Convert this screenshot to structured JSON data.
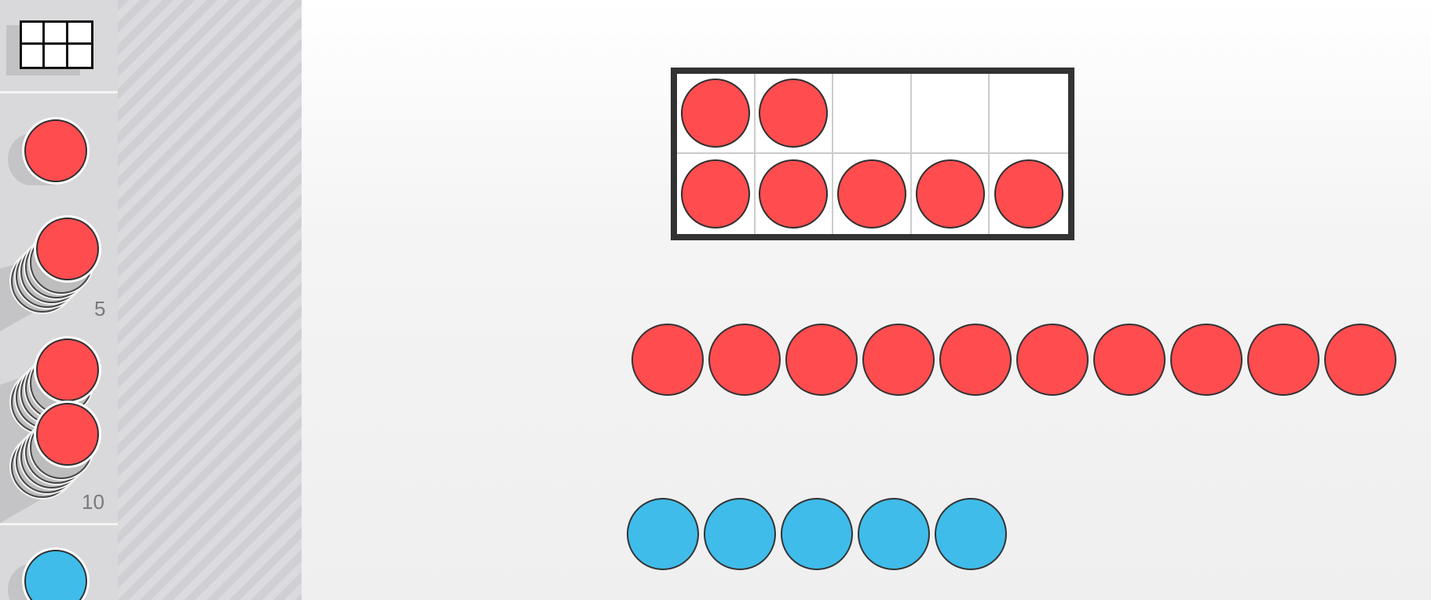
{
  "colors": {
    "red": "#ff4c4f",
    "blue": "#3fbcea"
  },
  "toolbox": {
    "tenframe_tool": {
      "icon": "ten-frame-icon"
    },
    "single_red": {
      "icon": "red-counter-icon",
      "color": "red"
    },
    "stack_five": {
      "icon": "red-counter-stack-icon",
      "color": "red",
      "count": "5"
    },
    "stack_ten": {
      "icon": "red-counter-stack-icon",
      "color": "red",
      "count": "10"
    },
    "single_blue": {
      "icon": "blue-counter-icon",
      "color": "blue"
    }
  },
  "ten_frame": {
    "columns": 5,
    "rows": 2,
    "filled": [
      true,
      true,
      false,
      false,
      false,
      true,
      true,
      true,
      true,
      true
    ],
    "counter_color": "red"
  },
  "counter_rows": [
    {
      "color": "red",
      "count": 10
    },
    {
      "color": "blue",
      "count": 5
    }
  ]
}
